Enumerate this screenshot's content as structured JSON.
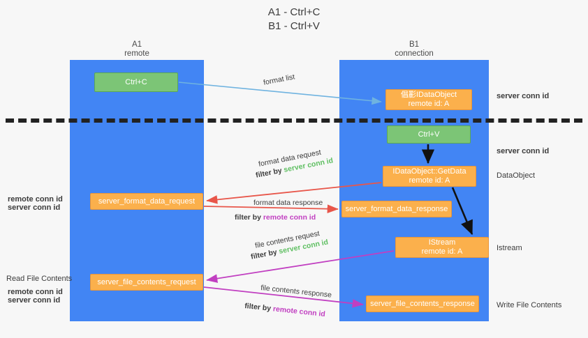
{
  "title": {
    "line1": "A1 - Ctrl+C",
    "line2": "B1 - Ctrl+V"
  },
  "lanes": [
    {
      "name": "A1",
      "sub": "remote"
    },
    {
      "name": "B1",
      "sub": "connection"
    }
  ],
  "boxes": {
    "ctrl_c": {
      "label": "Ctrl+C",
      "color": "#7cc576"
    },
    "idataobject": {
      "line1": "倡彲IDataObject",
      "line2": "remote id: A",
      "color": "#fbb04c"
    },
    "ctrl_v": {
      "label": "Ctrl+V",
      "color": "#7cc576"
    },
    "getdata": {
      "line1": "IDataObject::GetData",
      "line2": "remote id: A",
      "color": "#fbb04c"
    },
    "istream": {
      "line1": "IStream",
      "line2": "remote id: A",
      "color": "#fbb04c"
    },
    "server_format_data_request": {
      "label": "server_format_data_request",
      "color": "#fbb04c"
    },
    "server_format_data_response": {
      "label": "server_format_data_response",
      "color": "#fbb04c"
    },
    "server_file_contents_request": {
      "label": "server_file_contents_request",
      "color": "#fbb04c"
    },
    "server_file_contents_response": {
      "label": "server_file_contents_response",
      "color": "#fbb04c"
    }
  },
  "annotations": {
    "format_list": "format list",
    "format_data_request": "format data request",
    "format_data_request_filter_prefix": "filter by ",
    "format_data_request_filter_value": "server conn id",
    "format_data_response": "format data response",
    "format_data_response_filter_prefix": "filter by ",
    "format_data_response_filter_value": "remote conn id",
    "file_contents_request": "file contents request",
    "file_contents_request_filter_prefix": "filter by ",
    "file_contents_request_filter_value": "server conn id",
    "file_contents_response": "file contents response",
    "file_contents_response_filter_prefix": "filter by ",
    "file_contents_response_filter_value": "remote conn id"
  },
  "right_labels": {
    "server_conn_id_top": "server conn id",
    "server_conn_id_mid": "server conn id",
    "dataobject": "DataObject",
    "istream": "Istream",
    "write_file_contents": "Write File Contents"
  },
  "left_labels": {
    "remote_conn_id_upper": "remote conn id",
    "server_conn_id_upper": "server conn id",
    "read_file_contents": "Read File Contents",
    "remote_conn_id_lower": "remote conn id",
    "server_conn_id_lower": "server conn id"
  },
  "colors": {
    "lane": "#4285f4",
    "green_box": "#7cc576",
    "orange_box": "#fbb04c",
    "green_text": "#5fbf62",
    "magenta_text": "#c13fc1",
    "arrow_blue": "#6fb3e0",
    "arrow_red": "#e8564a",
    "arrow_magenta": "#c13fc1",
    "arrow_black": "#111111",
    "divider": "#222222",
    "background": "#f7f7f7"
  }
}
